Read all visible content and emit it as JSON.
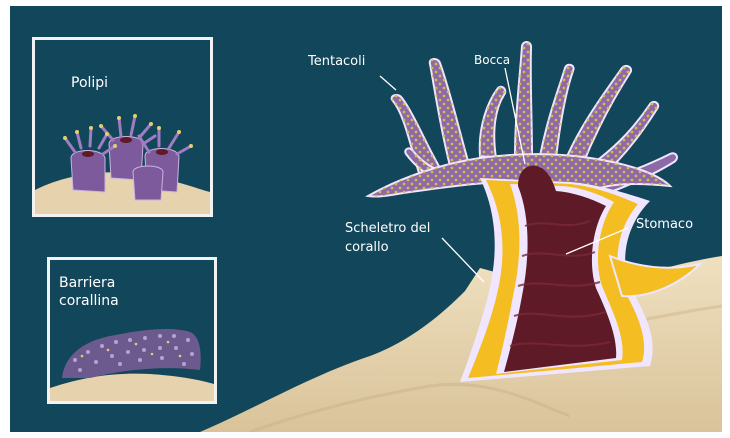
{
  "diagram": {
    "inset_polyps": {
      "label": "Polipi"
    },
    "inset_reef": {
      "label": "Barriera\ncorallina"
    },
    "labels": {
      "tentacles": "Tentacoli",
      "mouth": "Bocca",
      "skeleton": "Scheletro del\ncorallo",
      "stomach": "Stomaco"
    }
  },
  "colors": {
    "background": "#12465b",
    "sand": "#e6d3ad",
    "tissue": "#8b6aa7",
    "skeleton": "#f4bd22",
    "stomach": "#5e1a27",
    "dots": "#d9b84a",
    "frame": "#f2f2f2"
  }
}
